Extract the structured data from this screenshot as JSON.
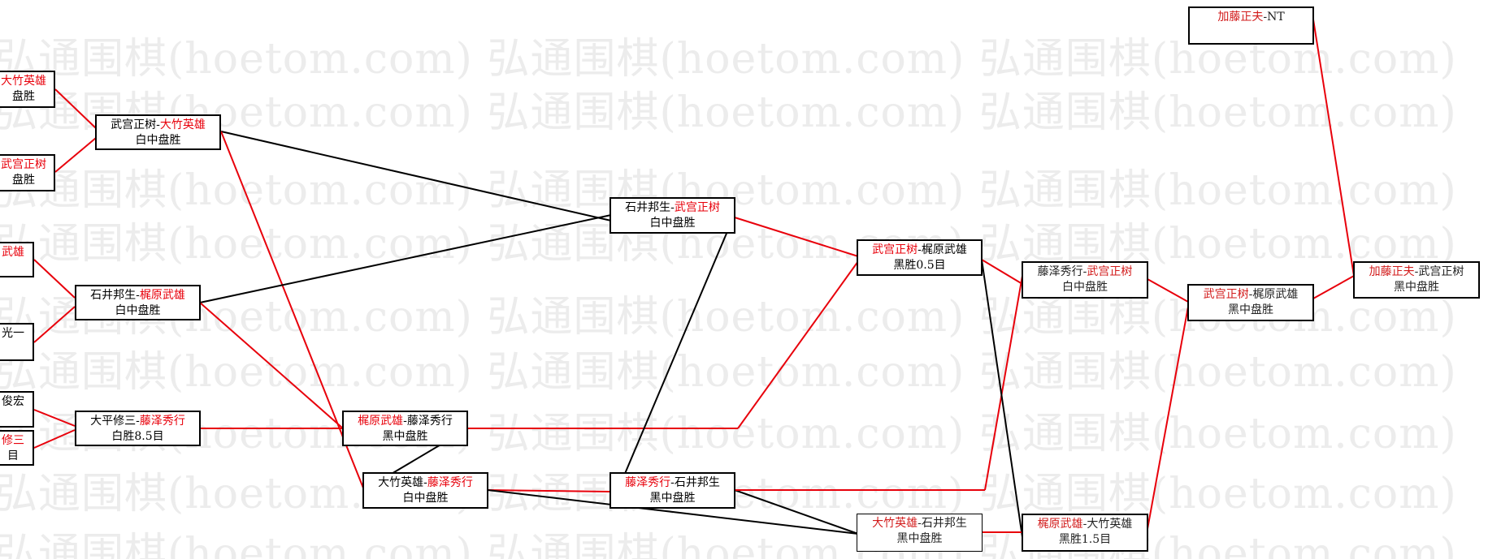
{
  "watermark": {
    "text": "弘通围棋(hoetom.com) 弘通围棋(hoetom.com) 弘通围棋(hoetom.com)"
  },
  "colors": {
    "winner": "#e8000b",
    "winner_line": "#e8000b",
    "loser_line": "#000000"
  },
  "nodes": {
    "r0a": {
      "a": "大竹英雄",
      "sep": "",
      "b": "",
      "winner": "a",
      "result": "盘胜"
    },
    "r0b": {
      "a": "武宫正树",
      "sep": "",
      "b": "",
      "winner": "a",
      "result": "盘胜"
    },
    "r0c": {
      "a": "武雄",
      "sep": "",
      "b": "",
      "winner": "a",
      "result": ""
    },
    "r0d": {
      "a": "",
      "sep": "",
      "b": "光一",
      "winner": "",
      "result": ""
    },
    "r0e": {
      "a": "",
      "sep": "",
      "b": "俊宏",
      "winner": "",
      "result": ""
    },
    "r0f": {
      "a": "修三",
      "sep": "",
      "b": "",
      "winner": "a",
      "result": "目"
    },
    "q1": {
      "a": "武宫正树",
      "sep": "-",
      "b": "大竹英雄",
      "winner": "b",
      "result": "白中盘胜"
    },
    "q2": {
      "a": "石井邦生",
      "sep": "-",
      "b": "梶原武雄",
      "winner": "b",
      "result": "白中盘胜"
    },
    "q3": {
      "a": "大平修三",
      "sep": "-",
      "b": "藤泽秀行",
      "winner": "b",
      "result": "白胜8.5目"
    },
    "s1": {
      "a": "梶原武雄",
      "sep": "-",
      "b": "藤泽秀行",
      "winner": "a",
      "result": "黑中盘胜"
    },
    "s2": {
      "a": "大竹英雄",
      "sep": "-",
      "b": "藤泽秀行",
      "winner": "b",
      "result": "白中盘胜"
    },
    "t1": {
      "a": "石井邦生",
      "sep": "-",
      "b": "武宫正树",
      "winner": "b",
      "result": "白中盘胜"
    },
    "t2": {
      "a": "藤泽秀行",
      "sep": "-",
      "b": "石井邦生",
      "winner": "a",
      "result": "黑中盘胜"
    },
    "u1": {
      "a": "武宫正树",
      "sep": "-",
      "b": "梶原武雄",
      "winner": "a",
      "result": "黑胜0.5目"
    },
    "u2": {
      "a": "大竹英雄",
      "sep": "-",
      "b": "石井邦生",
      "winner": "a",
      "result": "黑中盘胜"
    },
    "v1": {
      "a": "藤泽秀行",
      "sep": "-",
      "b": "武宫正树",
      "winner": "b",
      "result": "白中盘胜"
    },
    "v2": {
      "a": "梶原武雄",
      "sep": "-",
      "b": "大竹英雄",
      "winner": "a",
      "result": "黑胜1.5目"
    },
    "w1": {
      "a": "武宫正树",
      "sep": "-",
      "b": "梶原武雄",
      "winner": "a",
      "result": "黑中盘胜"
    },
    "x1": {
      "a": "加藤正夫",
      "sep": "-",
      "b": "NT",
      "winner": "a",
      "result": ""
    },
    "x2": {
      "a": "加藤正夫",
      "sep": "-",
      "b": "武宫正树",
      "winner": "a",
      "result": "黑中盘胜"
    }
  }
}
